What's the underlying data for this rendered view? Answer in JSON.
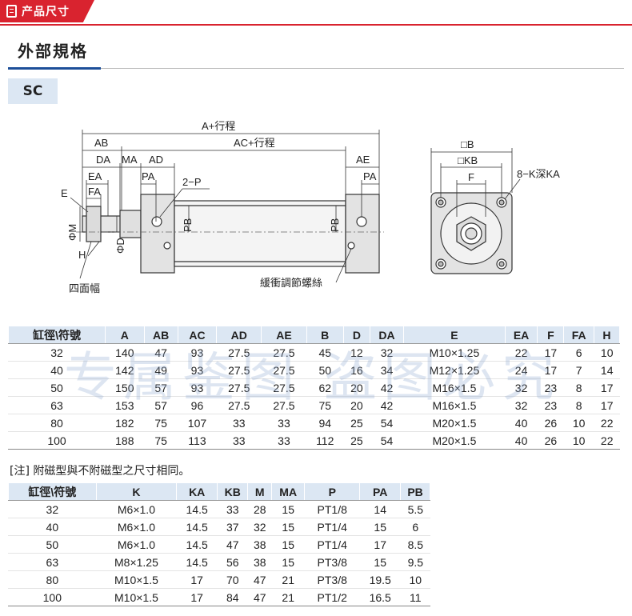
{
  "header": {
    "tab_label": "产品尺寸"
  },
  "section": {
    "title": "外部規格",
    "model": "SC"
  },
  "drawing": {
    "labels": {
      "a_stroke": "A+行程",
      "ac_stroke": "AC+行程",
      "ab": "AB",
      "da": "DA",
      "ma": "MA",
      "ad": "AD",
      "ea": "EA",
      "fa": "FA",
      "e": "E",
      "pa_left": "PA",
      "pa_right": "PA",
      "ae": "AE",
      "port": "2−P",
      "pb_left": "PB",
      "pb_right": "PB",
      "phi_m": "ΦM",
      "phi_d": "ΦD",
      "h": "H",
      "wrench": "四面幅",
      "cushion": "緩衝調節螺絲",
      "b": "□B",
      "kb": "□KB",
      "f": "F",
      "k": "8−K深KA"
    }
  },
  "watermark": "专属鉴图 盗图必究",
  "table1": {
    "headers": [
      "缸徑\\符號",
      "A",
      "AB",
      "AC",
      "AD",
      "AE",
      "B",
      "D",
      "DA",
      "E",
      "EA",
      "F",
      "FA",
      "H"
    ],
    "rows": [
      [
        "32",
        "140",
        "47",
        "93",
        "27.5",
        "27.5",
        "45",
        "12",
        "32",
        "M10×1.25",
        "22",
        "17",
        "6",
        "10"
      ],
      [
        "40",
        "142",
        "49",
        "93",
        "27.5",
        "27.5",
        "50",
        "16",
        "34",
        "M12×1.25",
        "24",
        "17",
        "7",
        "14"
      ],
      [
        "50",
        "150",
        "57",
        "93",
        "27.5",
        "27.5",
        "62",
        "20",
        "42",
        "M16×1.5",
        "32",
        "23",
        "8",
        "17"
      ],
      [
        "63",
        "153",
        "57",
        "96",
        "27.5",
        "27.5",
        "75",
        "20",
        "42",
        "M16×1.5",
        "32",
        "23",
        "8",
        "17"
      ],
      [
        "80",
        "182",
        "75",
        "107",
        "33",
        "33",
        "94",
        "25",
        "54",
        "M20×1.5",
        "40",
        "26",
        "10",
        "22"
      ],
      [
        "100",
        "188",
        "75",
        "113",
        "33",
        "33",
        "112",
        "25",
        "54",
        "M20×1.5",
        "40",
        "26",
        "10",
        "22"
      ]
    ]
  },
  "note": "[注] 附磁型與不附磁型之尺寸相同。",
  "table2": {
    "headers": [
      "缸徑\\符號",
      "K",
      "KA",
      "KB",
      "M",
      "MA",
      "P",
      "PA",
      "PB"
    ],
    "rows": [
      [
        "32",
        "M6×1.0",
        "14.5",
        "33",
        "28",
        "15",
        "PT1/8",
        "14",
        "5.5"
      ],
      [
        "40",
        "M6×1.0",
        "14.5",
        "37",
        "32",
        "15",
        "PT1/4",
        "15",
        "6"
      ],
      [
        "50",
        "M6×1.0",
        "14.5",
        "47",
        "38",
        "15",
        "PT1/4",
        "17",
        "8.5"
      ],
      [
        "63",
        "M8×1.25",
        "14.5",
        "56",
        "38",
        "15",
        "PT3/8",
        "15",
        "9.5"
      ],
      [
        "80",
        "M10×1.5",
        "17",
        "70",
        "47",
        "21",
        "PT3/8",
        "19.5",
        "10"
      ],
      [
        "100",
        "M10×1.5",
        "17",
        "84",
        "47",
        "21",
        "PT1/2",
        "16.5",
        "11"
      ]
    ]
  }
}
